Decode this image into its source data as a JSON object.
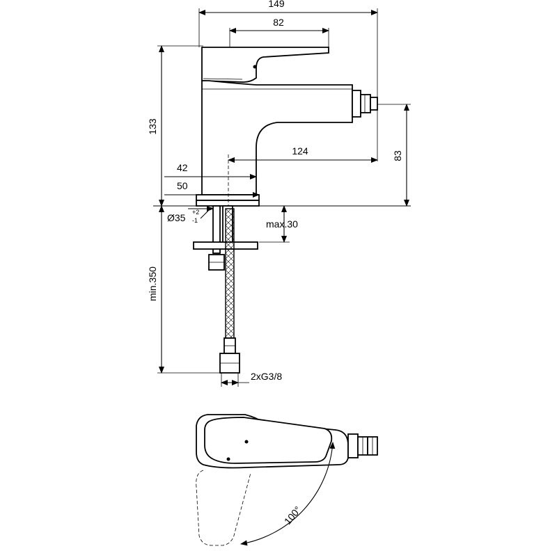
{
  "dimensions": {
    "overall_width": "149",
    "lever_width": "82",
    "total_height": "133",
    "spout_reach": "124",
    "spout_height": "83",
    "base_42": "42",
    "base_50": "50",
    "hole_diameter": "Ø35",
    "hole_tol_plus": "+2",
    "hole_tol_minus": "-1",
    "max_deck": "max.30",
    "min_hose": "min.350",
    "connection": "2xG3/8",
    "rotation_angle": "100°"
  }
}
